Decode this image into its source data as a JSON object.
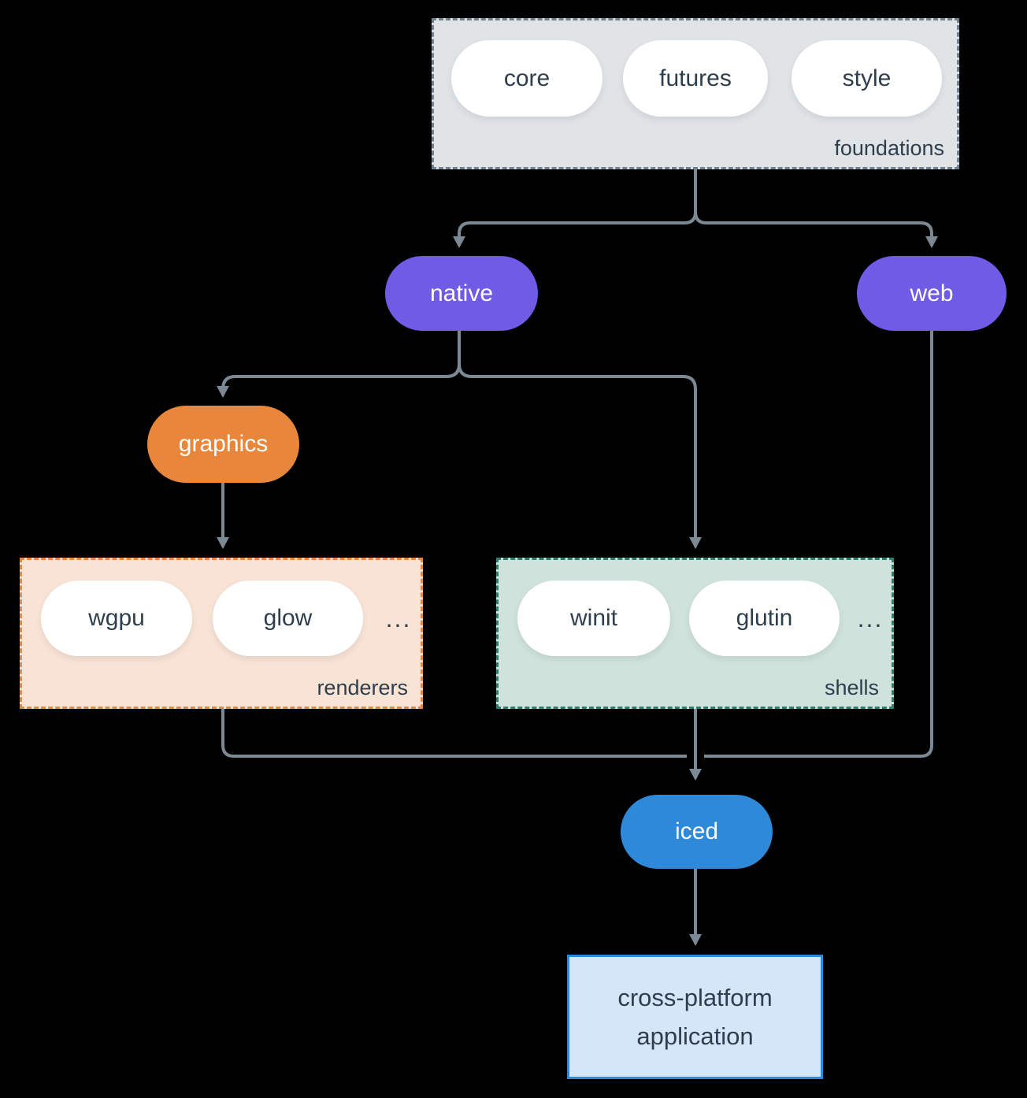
{
  "nodes": {
    "core": "core",
    "futures": "futures",
    "style": "style",
    "native": "native",
    "web": "web",
    "graphics": "graphics",
    "wgpu": "wgpu",
    "glow": "glow",
    "winit": "winit",
    "glutin": "glutin",
    "iced": "iced",
    "application": "cross-platform application"
  },
  "groups": {
    "foundations": "foundations",
    "renderers": "renderers",
    "shells": "shells"
  },
  "ellipsis": {
    "renderers": "...",
    "shells": "..."
  },
  "colors": {
    "background": "#000000",
    "node_purple": "#6F5BE6",
    "node_orange": "#E8873B",
    "node_blue": "#2E89D8",
    "node_white": "#FFFFFF",
    "foundations_fill": "#E0E4E7",
    "foundations_border": "#72818F",
    "renderers_fill": "#F9E3D5",
    "renderers_border": "#E8873B",
    "shells_fill": "#D0E2DC",
    "shells_border": "#2A7F6E",
    "app_fill": "#D4E6F8",
    "app_border": "#2E89D8",
    "edge": "#7B8995",
    "text_dark": "#2F3E4C",
    "text_light": "#FFFFFF"
  }
}
